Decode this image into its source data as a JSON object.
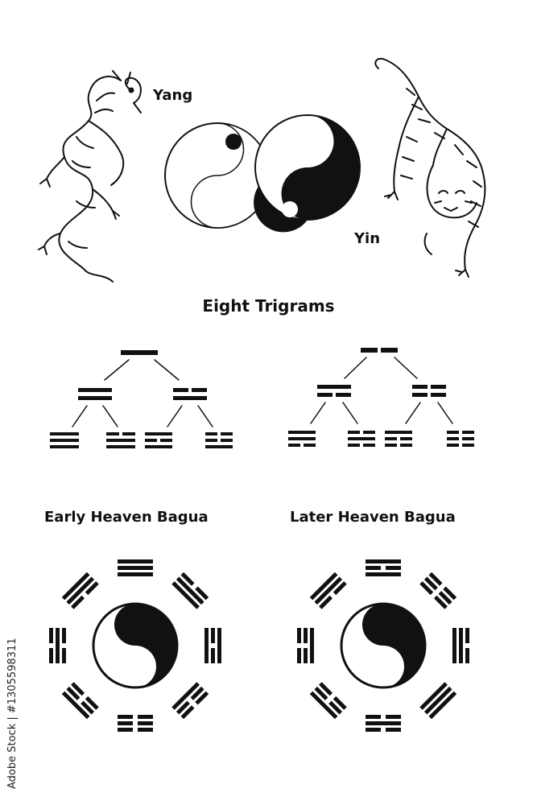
{
  "labels": {
    "yang": "Yang",
    "yin": "Yin",
    "eight_trigrams": "Eight Trigrams",
    "early_heaven": "Early Heaven Bagua",
    "later_heaven": "Later Heaven Bagua"
  },
  "watermark": "Adobe Stock | #1305598311",
  "colors": {
    "ink": "#111111",
    "background": "#ffffff"
  },
  "icons": [
    "dragon-icon",
    "tiger-icon",
    "yin-yang-icon"
  ]
}
